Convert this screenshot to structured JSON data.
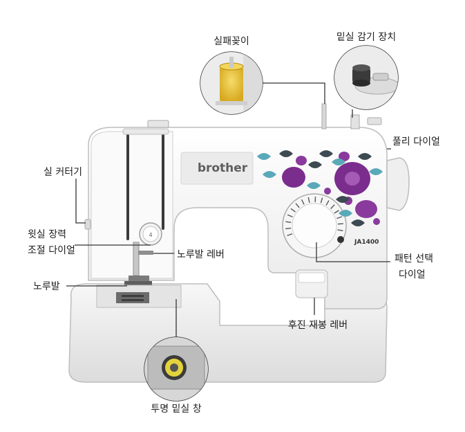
{
  "brand_logo": "brother",
  "model_badge": "JA1400",
  "labels": {
    "thread_spool_pin": "실패꽂이",
    "bobbin_winder": "밑실 감기 장치",
    "handwheel": "풀리 다이얼",
    "thread_cutter": "실 커터기",
    "upper_tension_line1": "윗실 장력",
    "upper_tension_line2": "조절 다이얼",
    "presser_foot_lever": "노루발 레버",
    "presser_foot": "노루발",
    "pattern_dial_line1": "패턴 선택",
    "pattern_dial_line2": "다이얼",
    "reverse_lever": "후진 재봉 레버",
    "bobbin_window": "투명 밑실 창"
  },
  "colors": {
    "body": "#f4f4f4",
    "outline": "#bdbdbd",
    "flower_purple": "#7b2d8e",
    "leaf_teal": "#5aa9b8",
    "leaf_dark": "#3d4a52",
    "thread_yellow": "#e8c23a",
    "callout_line": "#333333"
  }
}
